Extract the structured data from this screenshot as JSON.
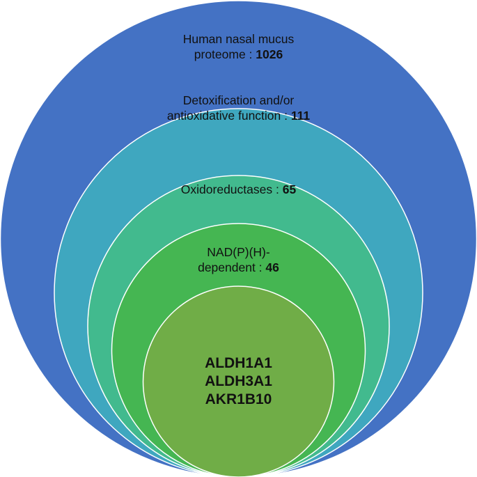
{
  "diagram": {
    "levels": [
      {
        "label": "Human nasal mucus proteome :",
        "count": "1026",
        "color": "#4472C4"
      },
      {
        "label": "Detoxification and/or antioxidative function :",
        "count": "111",
        "color": "#3FA7BF"
      },
      {
        "label": "Oxidoreductases :",
        "count": "65",
        "color": "#42BA8E"
      },
      {
        "label": "NAD(P)(H)-dependent :",
        "count": "46",
        "color": "#45B652"
      },
      {
        "label": "",
        "count": "",
        "color": "#70AD47"
      }
    ],
    "core_genes": [
      "ALDH1A1",
      "ALDH3A1",
      "AKR1B10"
    ]
  }
}
